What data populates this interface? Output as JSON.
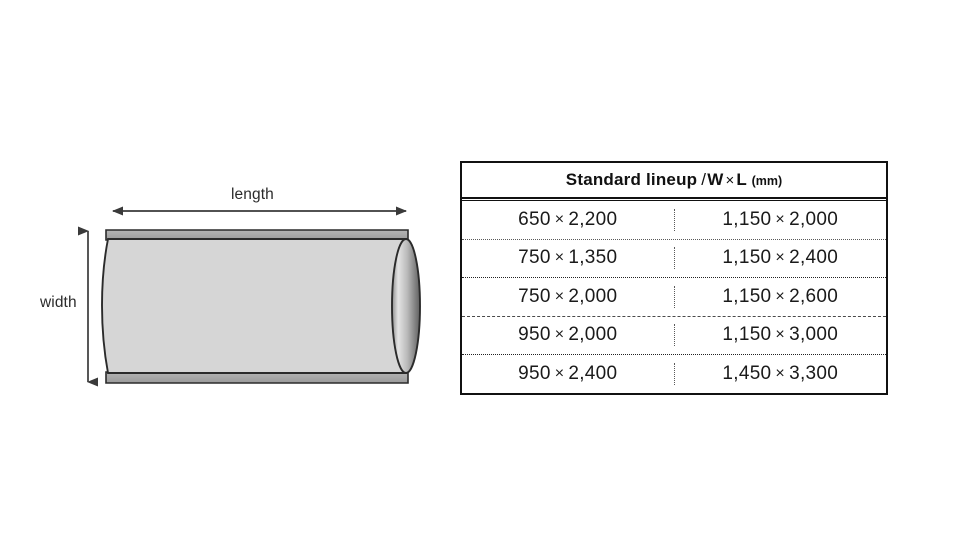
{
  "diagram": {
    "name": "roll-product-diagram",
    "length_label": "length",
    "width_label": "width",
    "body_fill": "#d6d6d6",
    "strip_fill": "#a8a8a8",
    "outline_color": "#2b2b2b",
    "end_cap_light": "#e2e2e2",
    "end_cap_dark": "#6e6e6e"
  },
  "table": {
    "header": {
      "title": "Standard lineup",
      "separator": "/",
      "dims": "W",
      "times": "×",
      "dims2": "L",
      "unit": "(mm)"
    },
    "columns": [
      "W × L",
      "W × L"
    ],
    "rows": [
      {
        "left": "650 × 2,200",
        "right": "1,150 × 2,000"
      },
      {
        "left": "750 × 1,350",
        "right": "1,150 × 2,400"
      },
      {
        "left": "750 × 2,000",
        "right": "1,150 × 2,600"
      },
      {
        "left": "950 × 2,000",
        "right": "1,150 × 3,000"
      },
      {
        "left": "950 × 2,400",
        "right": "1,450 × 3,300"
      }
    ],
    "cells": {
      "r0c0_w": "650",
      "r0c0_l": "2,200",
      "r0c1_w": "1,150",
      "r0c1_l": "2,000",
      "r1c0_w": "750",
      "r1c0_l": "1,350",
      "r1c1_w": "1,150",
      "r1c1_l": "2,400",
      "r2c0_w": "750",
      "r2c0_l": "2,000",
      "r2c1_w": "1,150",
      "r2c1_l": "2,600",
      "r3c0_w": "950",
      "r3c0_l": "2,000",
      "r3c1_w": "1,150",
      "r3c1_l": "3,000",
      "r4c0_w": "950",
      "r4c0_l": "2,400",
      "r4c1_w": "1,450",
      "r4c1_l": "3,300"
    },
    "multiply_symbol": "×",
    "border_color": "#111111"
  }
}
